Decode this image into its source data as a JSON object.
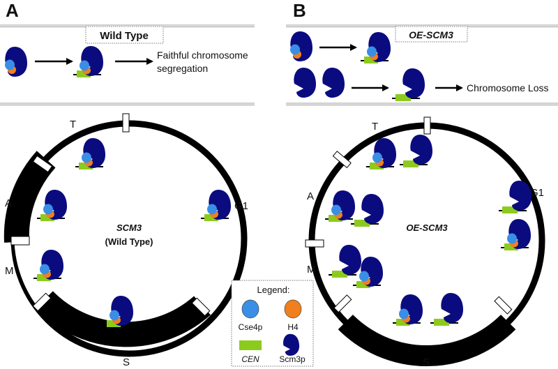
{
  "panels": {
    "a": {
      "letter": "A",
      "title": "Wild Type",
      "outcome_line1": "Faithful chromosome",
      "outcome_line2": "segregation",
      "phases": {
        "t": "T",
        "a": "A",
        "m": "M",
        "s": "S",
        "g1": "G1"
      },
      "center_line1": "SCM3",
      "center_line2": "(Wild Type)"
    },
    "b": {
      "letter": "B",
      "title": "OE-SCM3",
      "outcome": "Chromosome Loss",
      "phases": {
        "t": "T",
        "a": "A",
        "m": "M",
        "s": "S",
        "g1": "G1"
      },
      "center": "OE-SCM3"
    }
  },
  "legend": {
    "title": "Legend:",
    "cse4p": "Cse4p",
    "h4": "H4",
    "cen": "CEN",
    "scm3p": "Scm3p"
  },
  "colors": {
    "scm3p": "#0b0b80",
    "cse4p": "#3a8ee6",
    "h4": "#f07f1e",
    "cen": "#8ccb1e",
    "cycle": "#000000"
  }
}
